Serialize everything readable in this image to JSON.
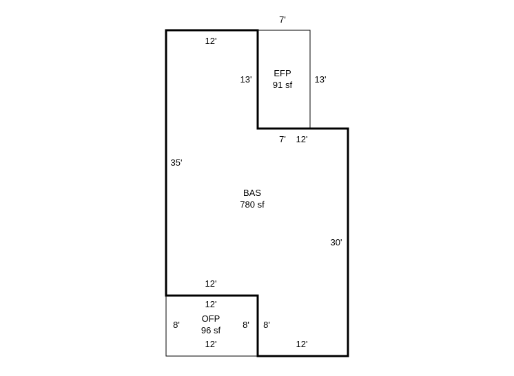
{
  "colors": {
    "background": "#ffffff",
    "line": "#000000"
  },
  "areas": {
    "bas": {
      "code": "BAS",
      "area": "780 sf"
    },
    "efp": {
      "code": "EFP",
      "area": "91 sf"
    },
    "ofp": {
      "code": "OFP",
      "area": "96 sf"
    }
  },
  "dimensions": {
    "bas_top": "12'",
    "bas_efp_side": "13'",
    "bas_notch": "7'",
    "bas_right_top": "12'",
    "bas_left": "35'",
    "bas_right": "30'",
    "bas_bottom_left": "12'",
    "bas_ofp_side": "8'",
    "bas_bottom_right": "12'",
    "efp_top": "7'",
    "efp_right": "13'",
    "ofp_top": "12'",
    "ofp_left": "8'",
    "ofp_right": "8'",
    "ofp_bottom": "12'"
  }
}
